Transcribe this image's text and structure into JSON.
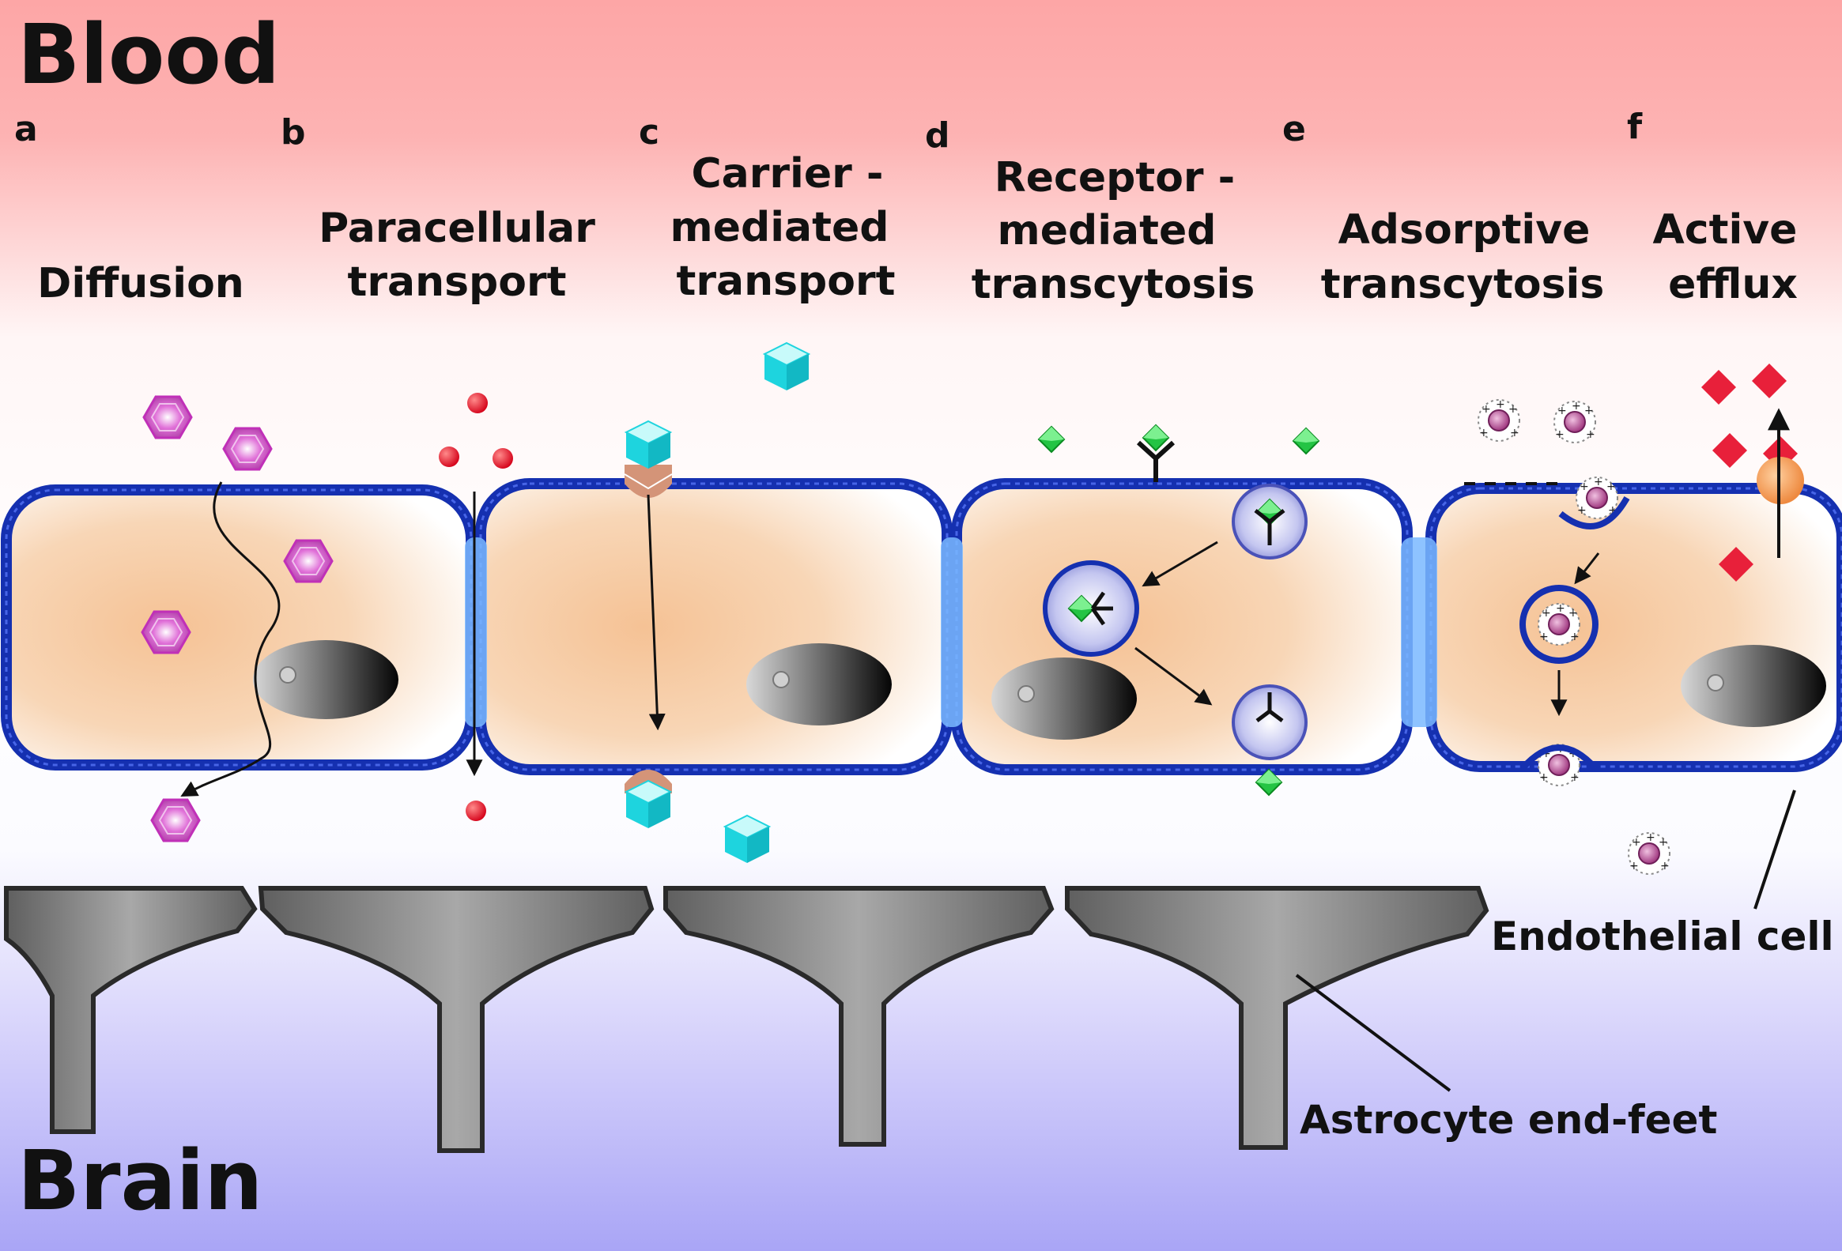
{
  "regions": {
    "top": "Blood",
    "bottom": "Brain"
  },
  "panels": [
    {
      "letter": "a",
      "lines": [
        "Diffusion"
      ]
    },
    {
      "letter": "b",
      "lines": [
        "Paracellular",
        "transport"
      ]
    },
    {
      "letter": "c",
      "lines": [
        "Carrier -",
        "mediated",
        "transport"
      ]
    },
    {
      "letter": "d",
      "lines": [
        "Receptor -",
        "mediated",
        "transcytosis"
      ]
    },
    {
      "letter": "e",
      "lines": [
        "Adsorptive",
        "transcytosis"
      ]
    },
    {
      "letter": "f",
      "lines": [
        "Active",
        "efflux"
      ]
    }
  ],
  "callouts": {
    "endothelial": "Endothelial cell",
    "astrocyte": "Astrocyte end-feet"
  },
  "colors": {
    "blood": "#fdaaaa",
    "brain": "#aaa8f8",
    "membrane": "#1530b0",
    "cytoplasm": "#f6c79c",
    "hexagon": "#d860d0",
    "red_dot": "#e8102a",
    "cube": "#1ed4de",
    "carrier": "#d49478",
    "green": "#20c040",
    "charged_particle": "#b04890",
    "efflux_diamond": "#e8203a",
    "pump": "#f0a060",
    "astrocyte": "#6c6c6c"
  }
}
